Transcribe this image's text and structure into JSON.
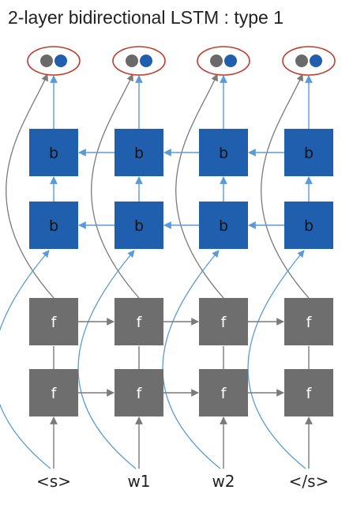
{
  "title": "2-layer bidirectional  LSTM : type 1",
  "colors": {
    "backward_cell": "#1f5fad",
    "forward_cell": "#6e6e6e",
    "arrow_blue": "#5b9bd5",
    "arrow_gray": "#7a7a7a",
    "output_ellipse": "#c0392b",
    "output_dot_gray": "#6a6a6a",
    "output_dot_blue": "#1f5fad"
  },
  "cells": {
    "backward_label": "b",
    "forward_label": "f"
  },
  "tokens": [
    "<s>",
    "w1",
    "w2",
    "</s>"
  ]
}
